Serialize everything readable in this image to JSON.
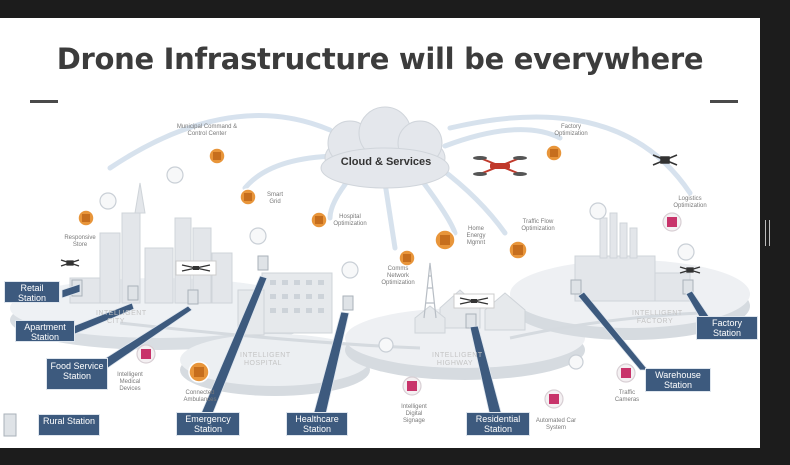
{
  "title": "Drone Infrastructure will be everywhere",
  "cloud": "Cloud & Services",
  "labels": {
    "municipal": "Municipal Command & Control Center",
    "smart_grid": "Smart Grid",
    "hospital_opt": "Hospital Optimization",
    "responsive_store": "Responsive Store",
    "factory_opt": "Factory Optimization",
    "logistics_opt": "Logistics Optimization",
    "traffic_flow": "Traffic Flow Optimization",
    "home_energy": "Home Energy Mgmnt",
    "comms": "Comms Network Optimization",
    "medical": "Intelligent Medical Devices",
    "ambulances": "Connected Ambulances",
    "signage": "Intelligent Digital Signage",
    "car_system": "Automated Car System",
    "traffic_cameras": "Traffic Cameras",
    "intelligent_city": "INTELLIGENT CITY",
    "intelligent_hospital": "INTELLIGENT HOSPITAL",
    "intelligent_highway": "INTELLIGENT HIGHWAY",
    "intelligent_factory": "INTELLIGENT FACTORY"
  },
  "callouts": {
    "retail": "Retail Station",
    "apartment": "Apartment Station",
    "food": "Food Service Station",
    "rural": "Rural Station",
    "emergency": "Emergency Station",
    "healthcare": "Healthcare Station",
    "residential": "Residential Station",
    "warehouse": "Warehouse Station",
    "factory": "Factory Station"
  },
  "colors": {
    "callout_bg": "#3d5a7e",
    "package_orange": "#e8953a",
    "device_magenta": "#c8336a",
    "drone_red": "#c0392b"
  }
}
